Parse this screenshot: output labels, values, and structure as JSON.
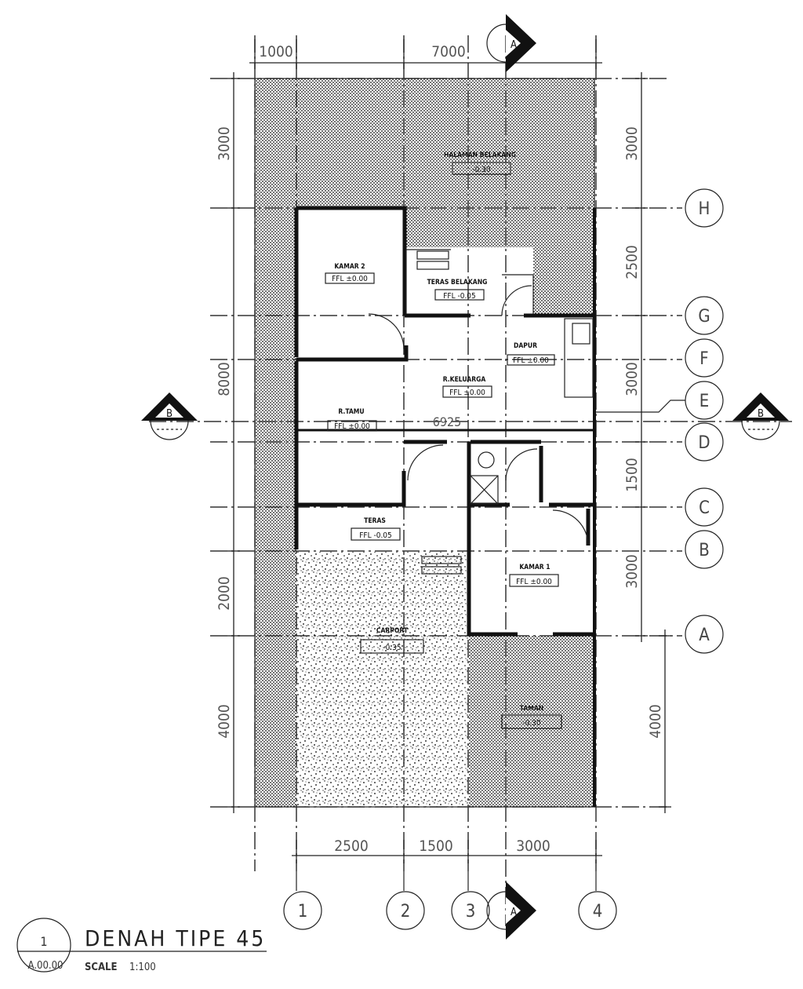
{
  "drawing": {
    "title": "DENAH TIPE 45",
    "number": "1",
    "sheet": "A.00.00",
    "scale_label": "SCALE",
    "scale_value": "1:100"
  },
  "dimensions": {
    "top": [
      "1000",
      "7000"
    ],
    "bottom": [
      "2500",
      "1500",
      "3000"
    ],
    "left": [
      "3000",
      "8000",
      "2000",
      "4000"
    ],
    "right": [
      "3000",
      "2500",
      "3000",
      "1500",
      "3000",
      "4000"
    ],
    "section_value": "6925"
  },
  "grid": {
    "columns": [
      "1",
      "2",
      "3",
      "4"
    ],
    "rows": [
      "H",
      "G",
      "F",
      "E",
      "D",
      "C",
      "B",
      "A"
    ]
  },
  "sections": {
    "a_top": "A",
    "a_bottom": "A",
    "b_left": "B",
    "b_right": "B"
  },
  "rooms": {
    "halaman": {
      "name": "HALAMAN BELAKANG",
      "level": "-0.30"
    },
    "kamar2": {
      "name": "KAMAR 2",
      "level": "FFL ±0.00"
    },
    "teras_belakang": {
      "name": "TERAS BELAKANG",
      "level": "FFL -0.05"
    },
    "dapur": {
      "name": "DAPUR",
      "level": "FFL ±0.00"
    },
    "keluarga": {
      "name": "R.KELUARGA",
      "level": "FFL ±0.00"
    },
    "tamu": {
      "name": "R.TAMU",
      "level": "FFL ±0.00"
    },
    "teras": {
      "name": "TERAS",
      "level": "FFL -0.05"
    },
    "kamar1": {
      "name": "KAMAR 1",
      "level": "FFL ±0.00"
    },
    "carport": {
      "name": "CARPORT",
      "level": "-0.35"
    },
    "taman": {
      "name": "TAMAN",
      "level": "-0.30"
    }
  }
}
